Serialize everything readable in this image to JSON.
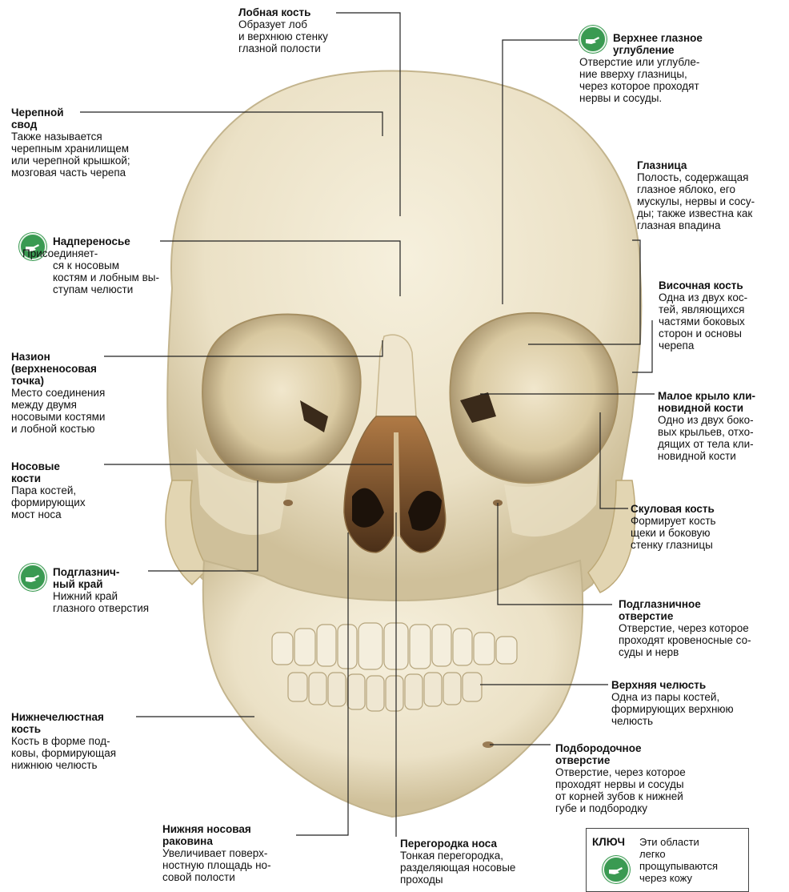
{
  "labels": {
    "lobnaya": {
      "title": "Лобная кость",
      "desc": "Образует лоб\nи верхнюю стенку\nглазной полости"
    },
    "cherepnoy_svod": {
      "title": "Черепной\nсвод",
      "desc": "Также называется\nчерепным хранилищем\nили черепной крышкой;\nмозговая часть черепа"
    },
    "nadperenosye": {
      "title": "Надпереносье",
      "desc": "Присоединяет-\nся к носовым\nкостям и лобным вы-\nступам челюсти"
    },
    "nazion": {
      "title": "Назион\n(верхненосовая\nточка)",
      "desc": "Место соединения\nмежду двумя\nносовыми костями\nи лобной костью"
    },
    "nosovye": {
      "title": "Носовые\nкости",
      "desc": "Пара костей,\nформирующих\nмост носа"
    },
    "podglaznichny_kray": {
      "title": "Подглазнич-\nный край",
      "desc": "Нижний край\nглазного отверстия"
    },
    "nizhnechelyustnaya": {
      "title": "Нижнечелюстная\nкость",
      "desc": "Кость в форме под-\nковы, формирующая\nнижнюю челюсть"
    },
    "nizhnyaya_rakovina": {
      "title": "Нижняя носовая\nраковина",
      "desc": "Увеличивает поверх-\nностную площадь но-\nсовой полости"
    },
    "peregorodka": {
      "title": "Перегородка носа",
      "desc": "Тонкая перегородка,\nразделяющая носовые\nпроходы"
    },
    "verhnee_glaznoe": {
      "title": "Верхнее глазное\nуглубление",
      "desc": "Отверстие или углубле-\nние вверху глазницы,\nчерез которое проходят\nнервы и сосуды."
    },
    "glaznitsa": {
      "title": "Глазница",
      "desc": "Полость, содержащая\nглазное яблоко, его\nмускулы, нервы и сосу-\nды; также известна как\nглазная впадина"
    },
    "visochnaya": {
      "title": "Височная кость",
      "desc": "Одна из двух кос-\nтей, являющихся\nчастями боковых\nсторон и основы\nчерепа"
    },
    "maloe_krylo": {
      "title": "Малое крыло кли-\nновидной кости",
      "desc": "Одно из двух боко-\nвых крыльев, отхо-\nдящих от тела кли-\nновидной кости"
    },
    "skulovaya": {
      "title": "Скуловая кость",
      "desc": "Формирует кость\nщеки и боковую\nстенку глазницы"
    },
    "podglaznichnoe_otv": {
      "title": "Подглазничное\nотверстие",
      "desc": "Отверстие, через которое\nпроходят кровеносные со-\nсуды и нерв"
    },
    "verhnyaya_chelyust": {
      "title": "Верхняя челюсть",
      "desc": "Одна из пары костей,\nформирующих верхнюю\nчелюсть"
    },
    "podborodochnoe": {
      "title": "Подбородочное\nотверстие",
      "desc": "Отверстие, через которое\nпроходят нервы и сосуды\nот корней зубов к нижней\nгубе и подбородку"
    }
  },
  "key": {
    "title": "КЛЮЧ",
    "text": "Эти области\nлегко\nпрощупываются\nчерез кожу"
  },
  "colors": {
    "bone": "#efe6cf",
    "bone_shadow": "#cdbf97",
    "cavity": "#3a2a1a",
    "touch_icon": "#3a9a52"
  },
  "icons": {
    "touch": "hand-pointing-icon"
  }
}
